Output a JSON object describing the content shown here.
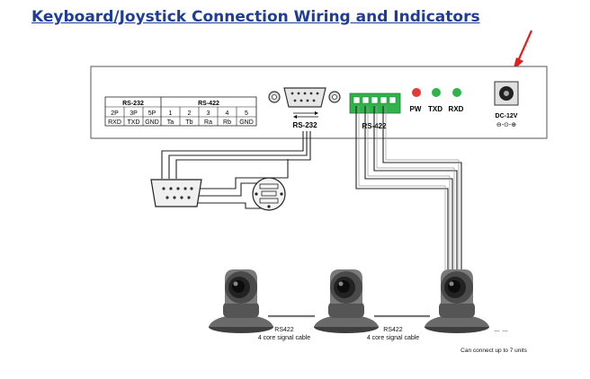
{
  "title": "Keyboard/Joystick Connection Wiring and Indicators",
  "panel": {
    "rs232_header": "RS-232",
    "rs422_header": "RS-422",
    "rs232_pins": [
      "2P",
      "3P",
      "5P"
    ],
    "rs232_signals": [
      "RXD",
      "TXD",
      "GND"
    ],
    "rs422_pins": [
      "1",
      "2",
      "3",
      "4",
      "5"
    ],
    "rs422_signals": [
      "Ta",
      "Tb",
      "Ra",
      "Rb",
      "GND"
    ],
    "db9_label": "RS-232",
    "terminal_label": "RS-422",
    "led_labels": [
      "PW",
      "TXD",
      "RXD"
    ],
    "power_label": "DC-12V",
    "power_symbol": "⊖-⊙-⊕"
  },
  "cables": {
    "label_1a": "RS422",
    "label_1b": "4 core signal cable",
    "label_2a": "RS422",
    "label_2b": "4 core signal cable",
    "ellipsis": "... ...",
    "note": "Can connect up to 7 units"
  },
  "colors": {
    "title": "#1f3c99",
    "arrow": "#e02020",
    "terminal": "#2fb34a",
    "led_power": "#e53935",
    "led_data": "#2fb34a",
    "camera": "#5a5a5a"
  }
}
